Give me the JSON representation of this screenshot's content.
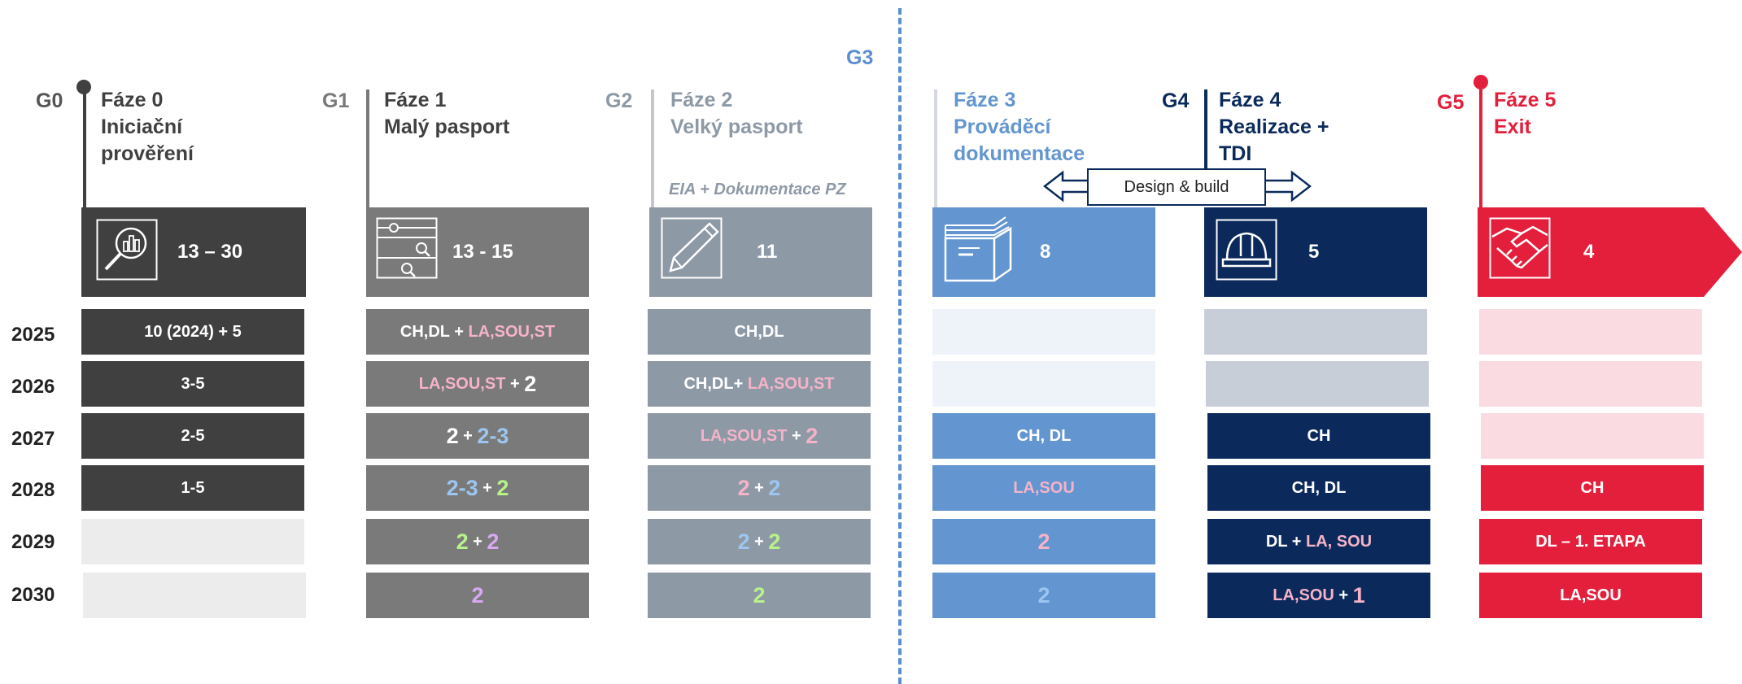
{
  "gates": {
    "g0": "G0",
    "g1": "G1",
    "g2": "G2",
    "g3": "G3",
    "g4": "G4",
    "g5": "G5"
  },
  "phases": [
    {
      "title": "Fáze 0",
      "subtitle1": "Iniciační",
      "subtitle2": "prověření",
      "count": "13 – 30",
      "icon": "search-chart-icon"
    },
    {
      "title": "Fáze 1",
      "subtitle1": "Malý pasport",
      "subtitle2": "",
      "count": "13 - 15",
      "icon": "filter-sliders-icon"
    },
    {
      "title": "Fáze 2",
      "subtitle1": "Velký pasport",
      "subtitle2": "",
      "count": "11",
      "icon": "pencil-document-icon",
      "note": "EIA + Dokumentace PZ"
    },
    {
      "title": "Fáze 3",
      "subtitle1": "Prováděcí",
      "subtitle2": "dokumentace",
      "count": "8",
      "icon": "documents-stack-icon"
    },
    {
      "title": "Fáze 4",
      "subtitle1": "Realizace +",
      "subtitle2": "TDI",
      "count": "5",
      "icon": "hard-hat-icon"
    },
    {
      "title": "Fáze 5",
      "subtitle1": "Exit",
      "subtitle2": "",
      "count": "4",
      "icon": "handshake-icon"
    }
  ],
  "design_build": "Design & build",
  "years": [
    "2025",
    "2026",
    "2027",
    "2028",
    "2029",
    "2030"
  ],
  "cells": {
    "p0": [
      [
        {
          "t": "10 (2024) + 5",
          "c": "white"
        }
      ],
      [
        {
          "t": "3-5",
          "c": "white"
        }
      ],
      [
        {
          "t": "2-5",
          "c": "white"
        }
      ],
      [
        {
          "t": "1-5",
          "c": "white"
        }
      ],
      [],
      []
    ],
    "p1": [
      [
        {
          "t": "CH,DL + ",
          "c": "white"
        },
        {
          "t": "LA,SOU,ST",
          "c": "pink"
        }
      ],
      [
        {
          "t": "LA,SOU,ST",
          "c": "pink"
        },
        {
          "t": " + ",
          "c": "white"
        },
        {
          "t": "2",
          "c": "white",
          "big": true
        }
      ],
      [
        {
          "t": "2",
          "c": "white",
          "big": true
        },
        {
          "t": " + ",
          "c": "white"
        },
        {
          "t": "2-3",
          "c": "blue",
          "big": true
        }
      ],
      [
        {
          "t": "2-3",
          "c": "blue",
          "big": true
        },
        {
          "t": " + ",
          "c": "white"
        },
        {
          "t": "2",
          "c": "green",
          "big": true
        }
      ],
      [
        {
          "t": "2",
          "c": "green",
          "big": true
        },
        {
          "t": " + ",
          "c": "white"
        },
        {
          "t": "2",
          "c": "purple",
          "big": true
        }
      ],
      [
        {
          "t": "2",
          "c": "purple",
          "big": true
        }
      ]
    ],
    "p2": [
      [
        {
          "t": "CH,DL",
          "c": "white"
        }
      ],
      [
        {
          "t": "CH,DL+ ",
          "c": "white"
        },
        {
          "t": "LA,SOU,ST",
          "c": "pink"
        }
      ],
      [
        {
          "t": "LA,SOU,ST",
          "c": "pink"
        },
        {
          "t": " + ",
          "c": "white"
        },
        {
          "t": "2",
          "c": "pink",
          "big": true
        }
      ],
      [
        {
          "t": "2",
          "c": "pink",
          "big": true
        },
        {
          "t": " + ",
          "c": "white"
        },
        {
          "t": "2",
          "c": "blue",
          "big": true
        }
      ],
      [
        {
          "t": "2",
          "c": "blue",
          "big": true
        },
        {
          "t": " + ",
          "c": "white"
        },
        {
          "t": "2",
          "c": "green",
          "big": true
        }
      ],
      [
        {
          "t": "2",
          "c": "green",
          "big": true
        }
      ]
    ],
    "p3": [
      [],
      [],
      [
        {
          "t": "CH, DL",
          "c": "white"
        }
      ],
      [
        {
          "t": "LA,SOU",
          "c": "pink"
        }
      ],
      [
        {
          "t": "2",
          "c": "pink",
          "big": true
        }
      ],
      [
        {
          "t": "2",
          "c": "blue",
          "big": true
        }
      ]
    ],
    "p4": [
      [],
      [],
      [
        {
          "t": "CH",
          "c": "white"
        }
      ],
      [
        {
          "t": "CH, DL",
          "c": "white"
        }
      ],
      [
        {
          "t": "DL + ",
          "c": "white"
        },
        {
          "t": "LA, SOU",
          "c": "pink"
        }
      ],
      [
        {
          "t": "LA,SOU",
          "c": "pink"
        },
        {
          "t": " + ",
          "c": "white"
        },
        {
          "t": "1",
          "c": "pink",
          "big": true
        }
      ]
    ],
    "p5": [
      [],
      [],
      [],
      [
        {
          "t": "CH",
          "c": "white"
        }
      ],
      [
        {
          "t": "DL – 1. ETAPA",
          "c": "white"
        }
      ],
      [
        {
          "t": "LA,SOU",
          "c": "white"
        }
      ]
    ]
  },
  "colors": {
    "phase0": "#404040",
    "phase1": "#7a7a7a",
    "phase2": "#8e99a6",
    "phase3": "#6395d0",
    "phase4": "#0b2a5b",
    "phase5": "#e41f3c",
    "gate3_divider": "#5b8fd1"
  }
}
